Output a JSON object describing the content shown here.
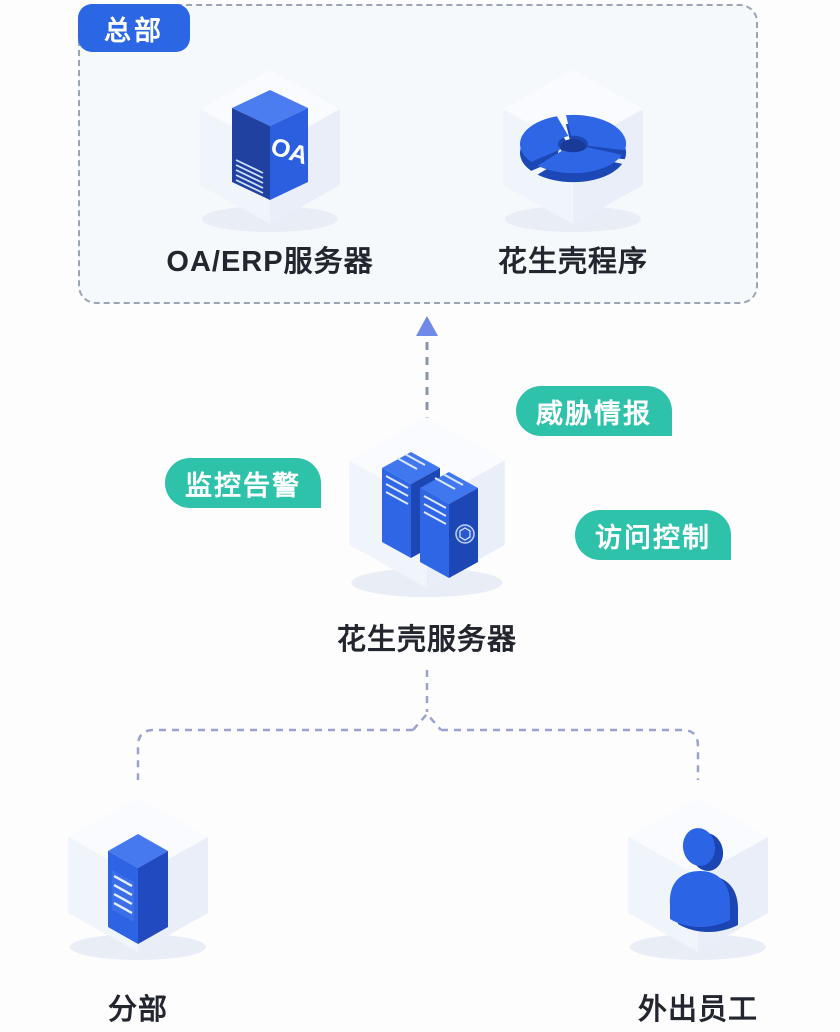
{
  "colors": {
    "primary_blue": "#2b66e5",
    "badge_teal": "#2fc2ab",
    "label_text": "#23262e",
    "dashed_border": "#9aa4b2",
    "connector": "#9aa3cf",
    "arrow_line": "#8a95a8",
    "arrow_head": "#6f8ae8",
    "page_bg": "#fdfdfd"
  },
  "headquarters": {
    "tag": "总部",
    "nodes": [
      {
        "icon": "oa-erp-server-icon",
        "label": "OA/ERP服务器"
      },
      {
        "icon": "peanut-shell-app-icon",
        "label": "花生壳程序"
      }
    ]
  },
  "gateway": {
    "icon": "gateway-server-icon",
    "label": "花生壳服务器",
    "badges": [
      {
        "label": "监控告警"
      },
      {
        "label": "威胁情报"
      },
      {
        "label": "访问控制"
      }
    ]
  },
  "endpoints": [
    {
      "icon": "branch-server-icon",
      "label": "分部"
    },
    {
      "icon": "person-icon",
      "label": "外出员工"
    }
  ]
}
